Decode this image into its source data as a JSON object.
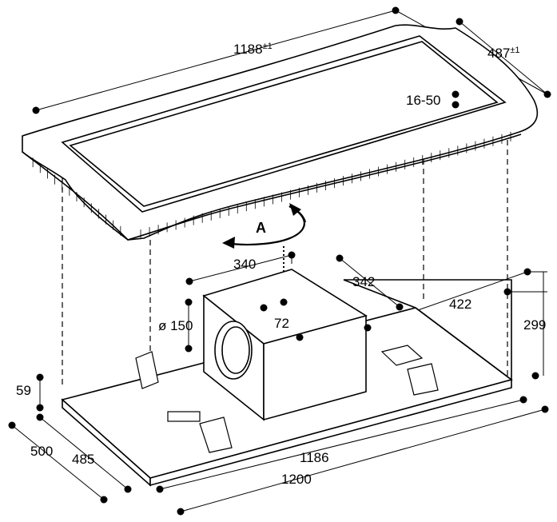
{
  "frame": {
    "length_value": "1188",
    "length_tolerance": "±1",
    "depth_value": "487",
    "depth_tolerance": "±1",
    "thickness_range": "16-50"
  },
  "rotation": {
    "label": "A"
  },
  "motor": {
    "width": "340",
    "depth": "342",
    "offset": "72",
    "outlet_diameter": "ø 150"
  },
  "hood": {
    "height_total": "299",
    "depth_outer": "422",
    "panel_height": "59",
    "depth_500": "500",
    "depth_485": "485",
    "length_inner": "1186",
    "length_outer": "1200"
  },
  "colors": {
    "line": "#000000",
    "fill": "#ffffff",
    "panel": "#f2f2f2"
  }
}
